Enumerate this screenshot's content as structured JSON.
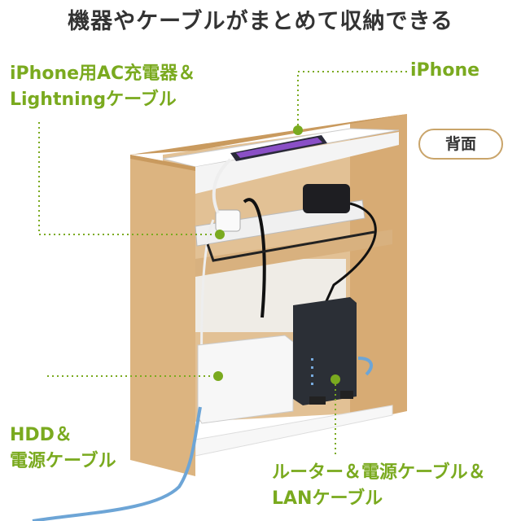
{
  "title": "機器やケーブルがまとめて収納できる",
  "labels": {
    "charger_line1": "iPhone用AC充電器＆",
    "charger_line2": "Lightningケーブル",
    "iphone": "iPhone",
    "hdd_line1": "HDD＆",
    "hdd_line2": "電源ケーブル",
    "router_line1": "ルーター＆電源ケーブル＆",
    "router_line2": "LANケーブル"
  },
  "badge": "背面",
  "colors": {
    "accent": "#7aaa1f",
    "wood": "#d9b07c",
    "badge_border": "#c9a46a"
  }
}
